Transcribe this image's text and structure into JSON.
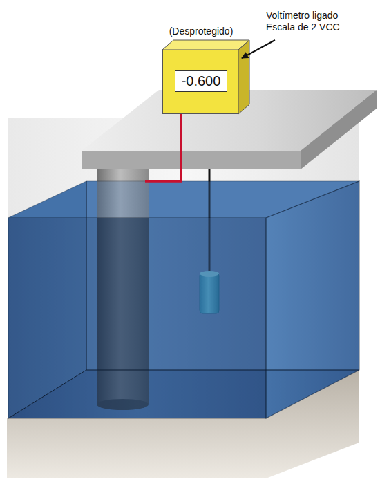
{
  "diagram": {
    "nodes": [
      {
        "text": [
          "(Desprotegido)"
        ]
      },
      {
        "text": [
          "-0.600"
        ],
        "in": 0
      }
    ],
    "labels": [
      "Voltímetro ligado Escala de 2 VCC"
    ]
  }
}
